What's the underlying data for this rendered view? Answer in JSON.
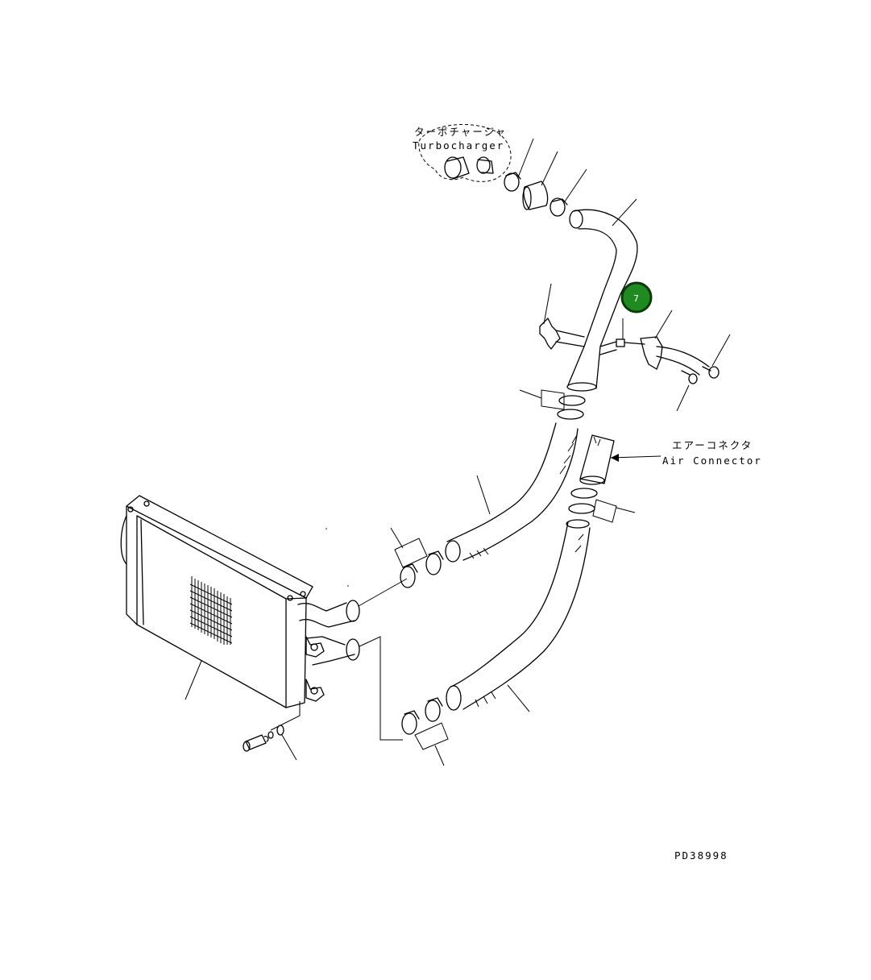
{
  "labels": {
    "turbocharger_jp": "ターボチャージャ",
    "turbocharger_en": "Turbocharger",
    "air_connector_jp": "エアーコネクタ",
    "air_connector_en": "Air Connector",
    "drawing_number": "PD38998"
  },
  "callouts": [
    {
      "number": "7"
    }
  ],
  "colors": {
    "callout_fill": "#1f8a1f",
    "callout_ring": "#0a3a0a",
    "line": "#000000",
    "background": "#ffffff"
  }
}
